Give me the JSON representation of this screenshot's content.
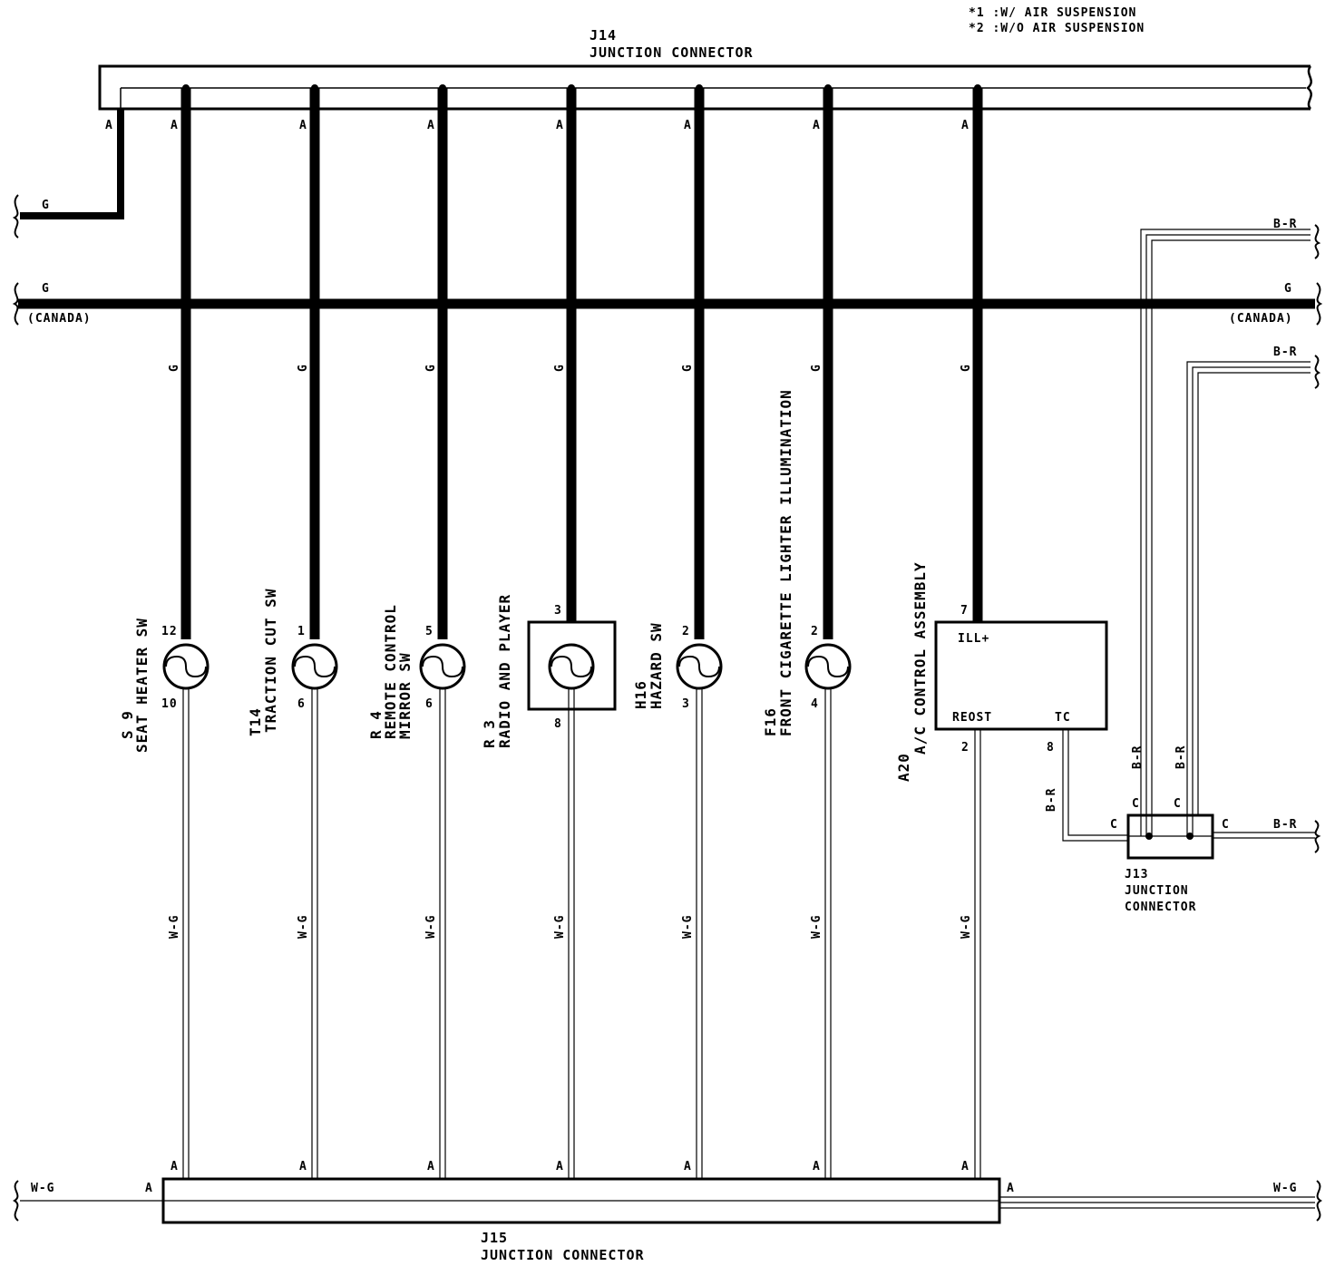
{
  "notes": {
    "n1": "*1 :W/ AIR SUSPENSION",
    "n2": "*2 :W/O AIR SUSPENSION"
  },
  "connectors": {
    "j14": {
      "code": "J14",
      "name": "JUNCTION CONNECTOR"
    },
    "j15": {
      "code": "J15",
      "name": "JUNCTION CONNECTOR"
    },
    "j13": {
      "code": "J13",
      "name1": "JUNCTION",
      "name2": "CONNECTOR"
    }
  },
  "pin_a": "A",
  "pin_c": "C",
  "wires": {
    "green": "G",
    "white_green": "W-G",
    "black_red": "B-R",
    "canada": "(CANADA)"
  },
  "components": [
    {
      "code": "S 9",
      "name1": "SEAT HEATER SW",
      "name2": "",
      "pin_top": "12",
      "pin_bottom": "10"
    },
    {
      "code": "T14",
      "name1": "TRACTION CUT SW",
      "name2": "",
      "pin_top": "1",
      "pin_bottom": "6"
    },
    {
      "code": "R 4",
      "name1": "REMOTE CONTROL",
      "name2": "MIRROR SW",
      "pin_top": "5",
      "pin_bottom": "6"
    },
    {
      "code": "R 3",
      "name1": "RADIO AND PLAYER",
      "name2": "",
      "pin_top": "3",
      "pin_bottom": "8"
    },
    {
      "code": "H16",
      "name1": "HAZARD SW",
      "name2": "",
      "pin_top": "2",
      "pin_bottom": "3"
    },
    {
      "code": "F16",
      "name1": "FRONT CIGARETTE LIGHTER ILLUMINATION",
      "name2": "",
      "pin_top": "2",
      "pin_bottom": "4"
    }
  ],
  "ac_unit": {
    "code": "A20",
    "name": "A/C CONTROL ASSEMBLY",
    "ill_label": "ILL+",
    "reost_label": "REOST",
    "tc_label": "TC",
    "pin_ill": "7",
    "pin_reost": "2",
    "pin_tc": "8"
  },
  "colors": {
    "ink": "#000000",
    "paper": "#ffffff"
  }
}
